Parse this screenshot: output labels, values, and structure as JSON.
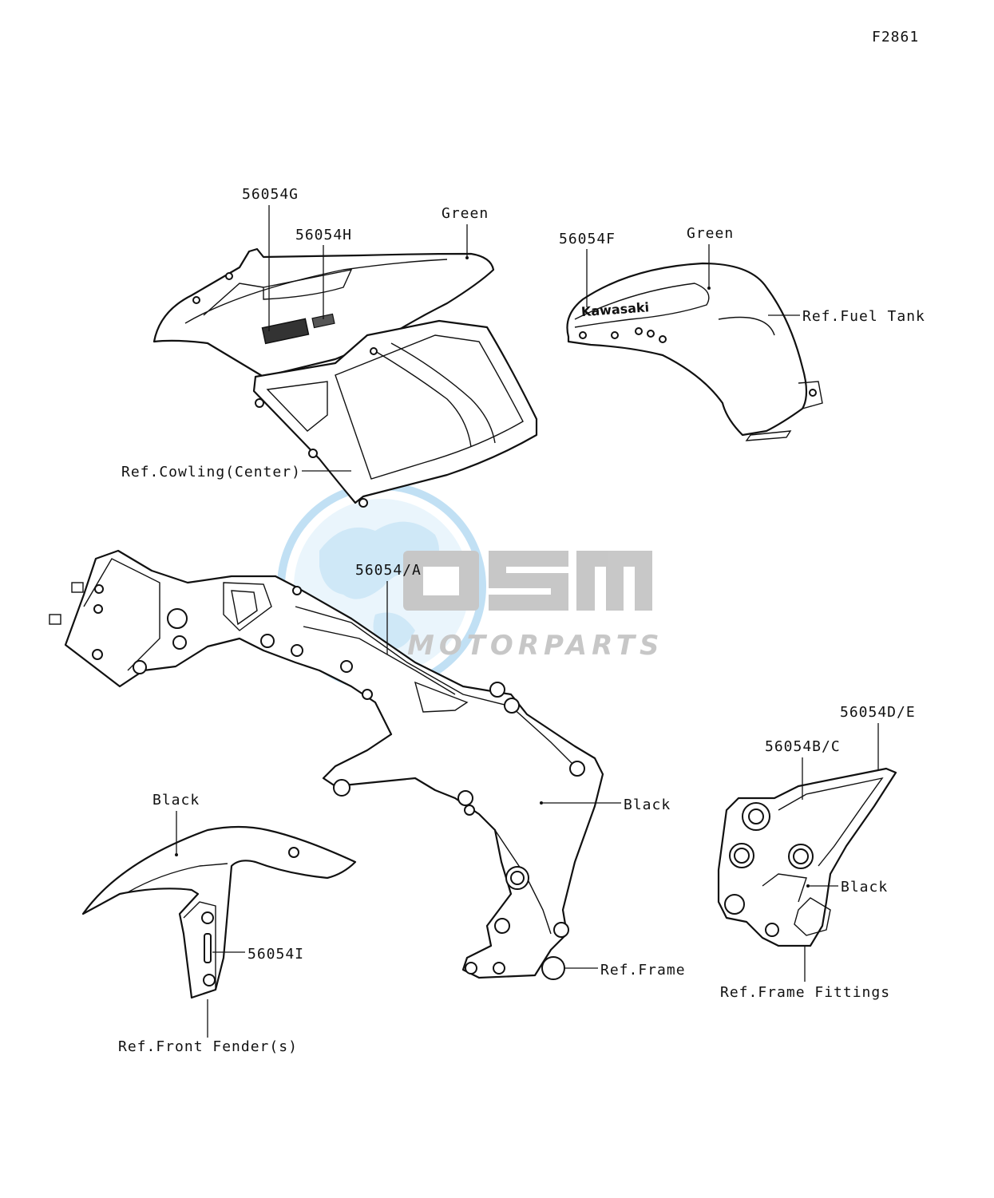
{
  "figure_code": "F2861",
  "watermark": {
    "brand": "OSM",
    "subtitle": "MOTORPARTS",
    "globe_color": "#8fc8ec",
    "text_color": "#9a9a9a"
  },
  "labels": {
    "part_56054g": "56054G",
    "part_56054h": "56054H",
    "green_cowling": "Green",
    "part_56054f": "56054F",
    "green_tank": "Green",
    "ref_fuel_tank": "Ref.Fuel Tank",
    "ref_cowling_center": "Ref.Cowling(Center)",
    "part_56054a": "56054/A",
    "black_frame": "Black",
    "ref_frame": "Ref.Frame",
    "part_56054de": "56054D/E",
    "part_56054bc": "56054B/C",
    "black_fittings": "Black",
    "ref_frame_fittings": "Ref.Frame Fittings",
    "black_fender": "Black",
    "part_56054i": "56054I",
    "ref_front_fender": "Ref.Front Fender(s)",
    "tank_logo": "Kawasaki"
  }
}
